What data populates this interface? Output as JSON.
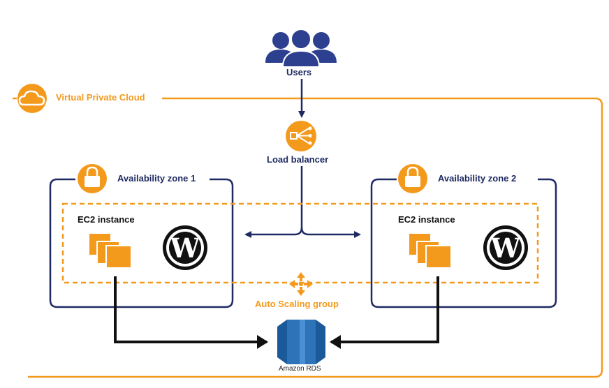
{
  "users": {
    "label": "Users"
  },
  "vpc": {
    "label": "Virtual Private Cloud"
  },
  "load_balancer": {
    "label": "Load balancer"
  },
  "zones": [
    {
      "label": "Availability zone 1",
      "instance_label": "EC2 instance"
    },
    {
      "label": "Availability zone 2",
      "instance_label": "EC2 instance"
    }
  ],
  "auto_scaling": {
    "label": "Auto Scaling group"
  },
  "database": {
    "label": "Amazon RDS"
  },
  "colors": {
    "orange": "#f39a1d",
    "navy": "#1f2a63",
    "rds_blue": "#2e73b8",
    "users_blue": "#2d3f8f"
  }
}
